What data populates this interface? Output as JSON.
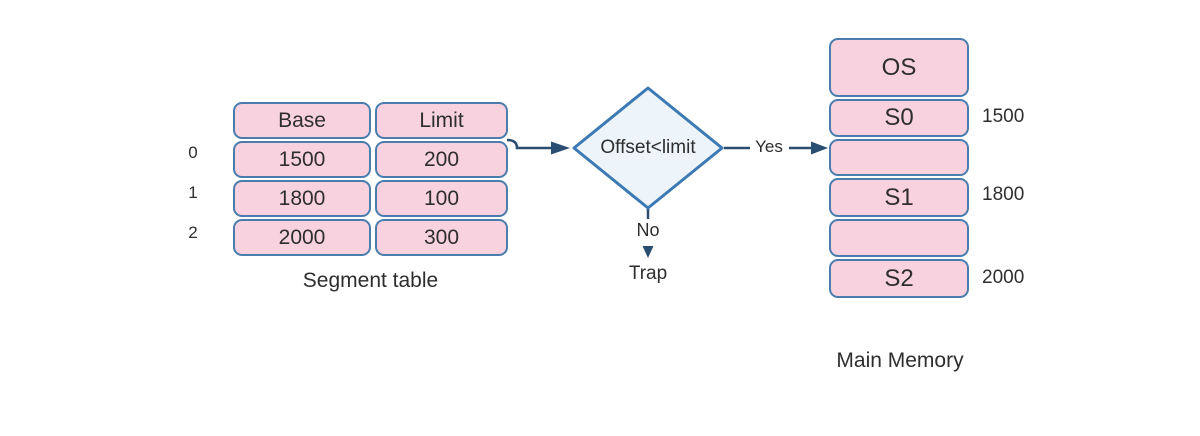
{
  "diagram": {
    "segment_table": {
      "caption": "Segment table",
      "col_headers": {
        "base": "Base",
        "limit": "Limit"
      },
      "row_indices": [
        "0",
        "1",
        "2"
      ],
      "rows": [
        {
          "base": "1500",
          "limit": "200"
        },
        {
          "base": "1800",
          "limit": "100"
        },
        {
          "base": "2000",
          "limit": "300"
        }
      ]
    },
    "decision": {
      "condition": "Offset<limit",
      "yes_label": "Yes",
      "no_label": "No",
      "trap_label": "Trap"
    },
    "main_memory": {
      "caption": "Main Memory",
      "blocks": [
        "OS",
        "S0",
        "",
        "S1",
        "",
        "S2"
      ],
      "addresses": [
        "1500",
        "1800",
        "2000"
      ]
    },
    "colors": {
      "cell_fill": "#f8d2de",
      "cell_border": "#4a7dae",
      "diamond_fill": "#edf4fa",
      "diamond_border": "#3d79b4",
      "arrow": "#2a4e71",
      "text": "#2e2e2e"
    }
  }
}
